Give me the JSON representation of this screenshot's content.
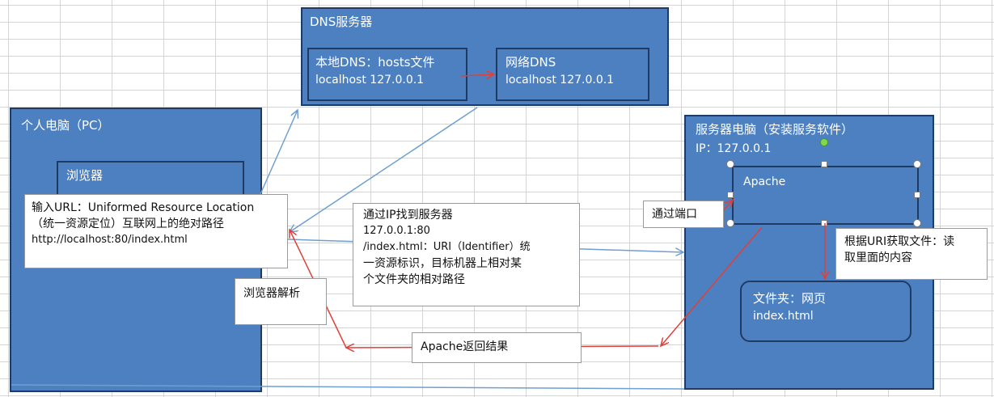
{
  "dns": {
    "title": "DNS服务器",
    "local": {
      "line1": "本地DNS：hosts文件",
      "line2": "localhost   127.0.0.1"
    },
    "network": {
      "line1": "网络DNS",
      "line2": "localhost   127.0.0.1"
    }
  },
  "pc": {
    "title": "个人电脑（PC）",
    "browser": "浏览器"
  },
  "server": {
    "title": "服务器电脑（安装服务软件）",
    "ip": "IP：127.0.0.1",
    "apache": "Apache",
    "folder": {
      "line1": "文件夹：网页",
      "line2": "index.html"
    }
  },
  "notes": {
    "url": [
      "输入URL：Uniformed Resource Location",
      "（统一资源定位）互联网上的绝对路径",
      "http://localhost:80/index.html"
    ],
    "findserver": [
      "通过IP找到服务器",
      "127.0.0.1:80",
      "/index.html：URI（Identifier）统",
      "一资源标识，目标机器上相对某",
      "个文件夹的相对路径"
    ],
    "port": "通过端口",
    "geturi": [
      "根据URI获取文件：读",
      "取里面的内容"
    ],
    "parse": "浏览器解析",
    "apache_return": "Apache返回结果"
  },
  "colors": {
    "box_fill": "#4d80c0",
    "box_border": "#1f3b63",
    "arrow_blue": "#6f9fd0",
    "arrow_red": "#e0403a"
  }
}
